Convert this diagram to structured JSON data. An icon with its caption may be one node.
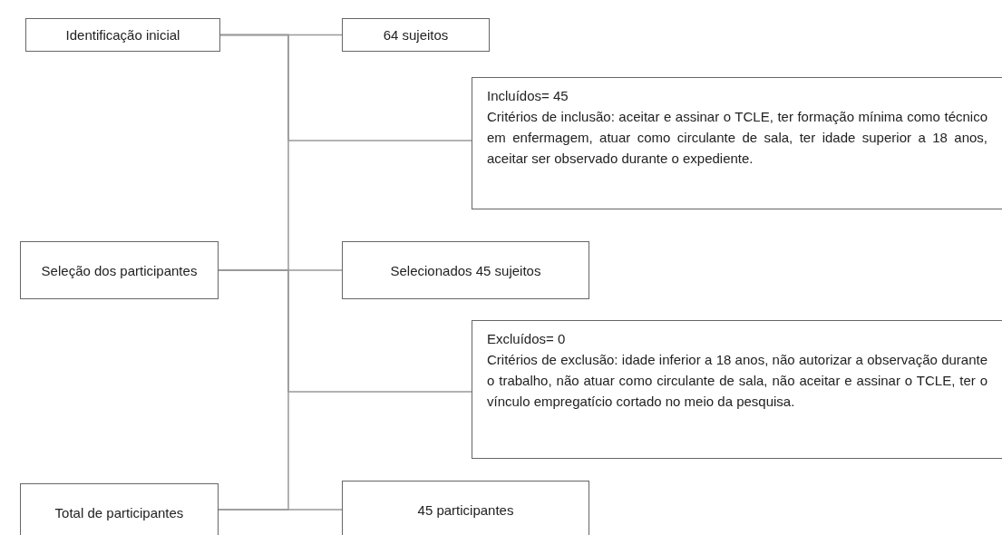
{
  "diagram": {
    "nodes": [
      {
        "text": [
          "Identificação inicial"
        ]
      },
      {
        "text": [
          "64 sujeitos"
        ]
      },
      {
        "text": [
          "Incluídos= 45",
          "Critérios de inclusão: aceitar e assinar o TCLE, ter formação mínima como técnico em enfermagem, atuar como circulante de sala, ter idade superior a 18 anos, aceitar ser observado durante o expediente."
        ]
      },
      {
        "text": [
          "Seleção dos participantes"
        ]
      },
      {
        "text": [
          "Selecionados 45 sujeitos"
        ]
      },
      {
        "text": [
          "Excluídos= 0",
          "Critérios de exclusão: idade inferior a 18 anos, não autorizar a observação durante o trabalho, não atuar como circulante de sala, não aceitar e assinar o TCLE, ter o vínculo empregatício cortado no meio da pesquisa."
        ]
      },
      {
        "text": [
          "Total de participantes"
        ]
      },
      {
        "text": [
          "45 participantes"
        ]
      }
    ],
    "edges": [
      {
        "from": 0,
        "to": 1,
        "arrow": "none"
      },
      {
        "from": 0,
        "to": 2,
        "arrow": "none"
      },
      {
        "from": 0,
        "to": 3,
        "arrow": "none"
      },
      {
        "from": 3,
        "to": 4,
        "arrow": "none"
      },
      {
        "from": 3,
        "to": 5,
        "arrow": "none"
      },
      {
        "from": 3,
        "to": 6,
        "arrow": "none"
      },
      {
        "from": 6,
        "to": 7,
        "arrow": "none"
      }
    ]
  }
}
